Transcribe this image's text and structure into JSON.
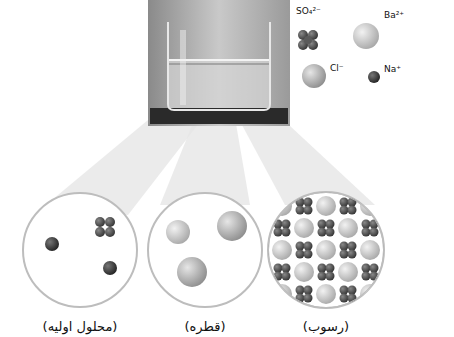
{
  "diagram": {
    "nodes": [
      {
        "text": [
          "(محلول اولیه)"
        ]
      },
      {
        "text": [
          "(قطره)"
        ]
      },
      {
        "text": [
          "(رسوب)"
        ]
      }
    ],
    "legend": [
      {
        "text": "SO₄²⁻"
      },
      {
        "text": "Ba²⁺"
      },
      {
        "text": "Cl⁻"
      },
      {
        "text": "Na⁺"
      }
    ]
  }
}
